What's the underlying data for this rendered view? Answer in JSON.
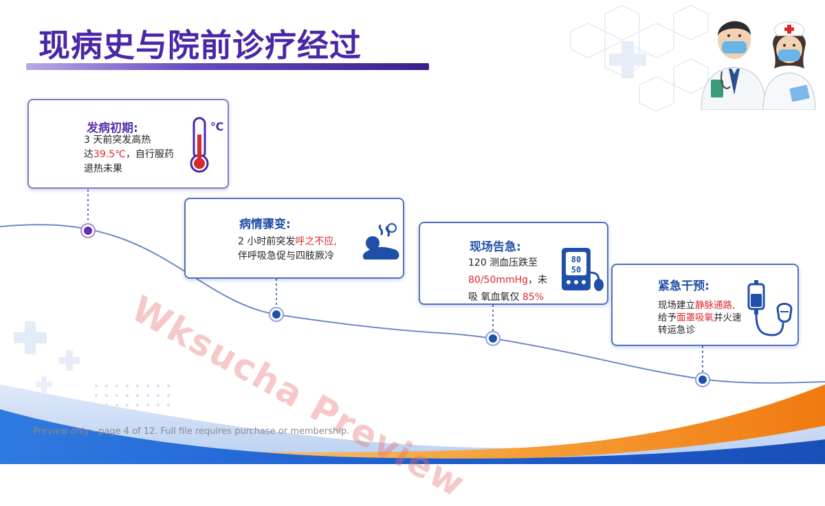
{
  "title": "现病史与院前诊疗经过",
  "cards": [
    {
      "title": "发病初期:",
      "line1": "3 天前突发高热",
      "line2_pre": "达",
      "line2_red": "39.5℃",
      "line2_post": "，自行服药",
      "line3": "退热未果",
      "icon": "thermometer-icon",
      "icon_label": "℃"
    },
    {
      "title": "病情骤变:",
      "line1_pre": "2 小时前突发",
      "line1_red": "呼之不应,",
      "line2": "伴呼吸急促与四肢厥冷",
      "icon": "patient-dyspnea-icon"
    },
    {
      "title": "现场告急:",
      "line1": "120 测血压跌至",
      "line2_red": "80/50mmHg",
      "line2_post": "，未",
      "line3_pre": "吸 氧血氧仅",
      "line3_red": "85%",
      "icon": "blood-pressure-monitor-icon",
      "monitor_top": "80",
      "monitor_bottom": "50"
    },
    {
      "title": "紧急干预:",
      "line1_pre": "现场建立",
      "line1_red": "静脉通路,",
      "line2_pre": "给予",
      "line2_red": "面罩吸氧",
      "line2_post": "并火速",
      "line3": "转运急诊",
      "icon": "iv-drip-oxygen-mask-icon"
    }
  ],
  "watermark": "Wksucha Preview",
  "footer_note": "Preview only - page 4 of 12. Full file requires purchase or membership.",
  "colors": {
    "title": "#4a26a8",
    "accent_red": "#e0262b",
    "timeline": "#4f6fc0",
    "wave_orange": "#f08a1c",
    "wave_blue": "#1d5fd0"
  },
  "illustration": "doctor-nurse-illustration"
}
